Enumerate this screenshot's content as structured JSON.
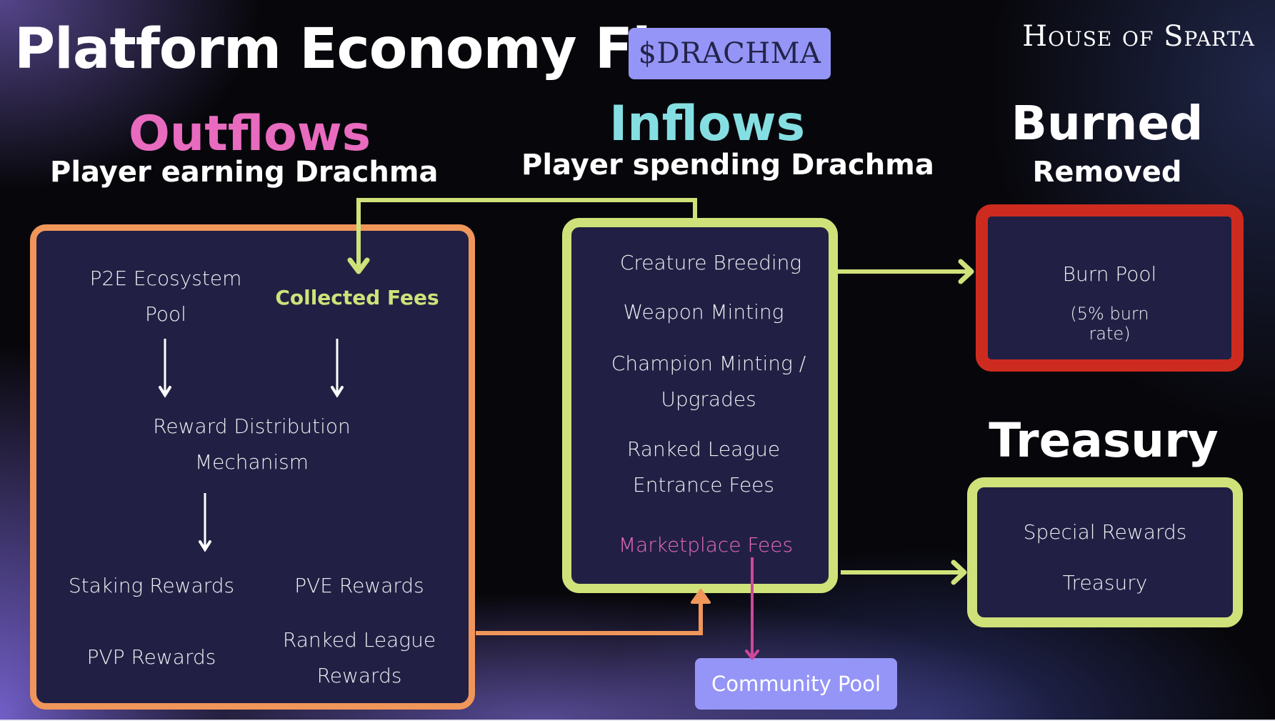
{
  "header": {
    "title": "Platform Economy Flow",
    "token_badge": "$DRACHMA",
    "brand": "House of Sparta"
  },
  "sections": {
    "outflows": {
      "title": "Outflows",
      "subtitle": "Player earning Drachma",
      "color": "#e86bbf"
    },
    "inflows": {
      "title": "Inflows",
      "subtitle": "Player spending Drachma",
      "color": "#85dfe2"
    },
    "burned": {
      "title": "Burned",
      "subtitle": "Removed"
    },
    "treasury": {
      "title": "Treasury"
    }
  },
  "outflows_box": {
    "border_color": "#f0965a",
    "sources": [
      {
        "label_line1": "P2E Ecosystem",
        "label_line2": "Pool"
      },
      {
        "label": "Collected Fees",
        "color": "#cfe27a"
      }
    ],
    "mechanism": {
      "label_line1": "Reward Distribution",
      "label_line2": "Mechanism"
    },
    "rewards": [
      {
        "label": "Staking Rewards"
      },
      {
        "label": "PVE Rewards"
      },
      {
        "label": "PVP Rewards"
      },
      {
        "label_line1": "Ranked League",
        "label_line2": "Rewards"
      }
    ]
  },
  "inflows_box": {
    "border_color": "#cfe27a",
    "items": [
      {
        "label": "Creature Breeding"
      },
      {
        "label": "Weapon Minting"
      },
      {
        "label_line1": "Champion Minting /",
        "label_line2": "Upgrades"
      },
      {
        "label_line1": "Ranked League",
        "label_line2": "Entrance Fees"
      },
      {
        "label": "Marketplace Fees",
        "color": "#e86bbf"
      }
    ]
  },
  "burn_box": {
    "border_color": "#cd2b20",
    "label": "Burn Pool",
    "note_line1": "(5% burn",
    "note_line2": "rate)"
  },
  "treasury_box": {
    "border_color": "#cfe27a",
    "items": [
      {
        "label": "Special Rewards"
      },
      {
        "label": "Treasury"
      }
    ]
  },
  "community_pool": {
    "label": "Community Pool",
    "color": "#9595f7"
  },
  "connectors": [
    {
      "from": "inflows",
      "to": "collected-fees",
      "color": "#cfe27a"
    },
    {
      "from": "outflows",
      "to": "inflows",
      "color": "#f0965a"
    },
    {
      "from": "inflows",
      "to": "burn-pool",
      "color": "#cfe27a"
    },
    {
      "from": "inflows",
      "to": "treasury",
      "color": "#cfe27a"
    },
    {
      "from": "marketplace-fees",
      "to": "community-pool",
      "color": "#d0479a"
    },
    {
      "from": "p2e-ecosystem-pool",
      "to": "reward-distribution",
      "color": "#ffffff"
    },
    {
      "from": "collected-fees",
      "to": "reward-distribution",
      "color": "#ffffff"
    },
    {
      "from": "reward-distribution",
      "to": "rewards",
      "color": "#ffffff"
    }
  ]
}
